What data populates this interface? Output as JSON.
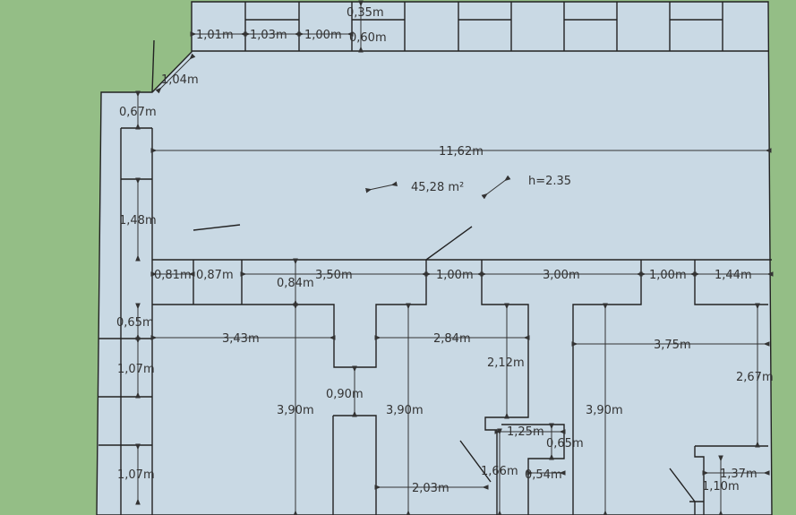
{
  "colors": {
    "ground": "#94be86",
    "floor": "#c9d9e4",
    "wall": "#222222"
  },
  "labels": {
    "top_strip": [
      "1,01m",
      "1,03m",
      "1,00m",
      "0,35m",
      "0,60m"
    ],
    "diag": "1,04m",
    "left": [
      "0,67m",
      "1,48m",
      "0,65m",
      "1,07m",
      "1,07m"
    ],
    "main_width": "11,62m",
    "area": "45,28 m²",
    "height": "h=2.35",
    "row": [
      "0,81m",
      "0,87m",
      "3,50m",
      "1,00m",
      "3,00m",
      "1,00m",
      "1,44m"
    ],
    "mid": [
      "0,84m",
      "3,43m",
      "2,84m",
      "0,90m",
      "3,90m",
      "3,90m",
      "2,03m"
    ],
    "right": [
      "2,12m",
      "1,25m",
      "0,65m",
      "1,66m",
      "0,54m",
      "3,90m",
      "3,75m",
      "2,67m",
      "1,37m",
      "1,10m"
    ]
  }
}
